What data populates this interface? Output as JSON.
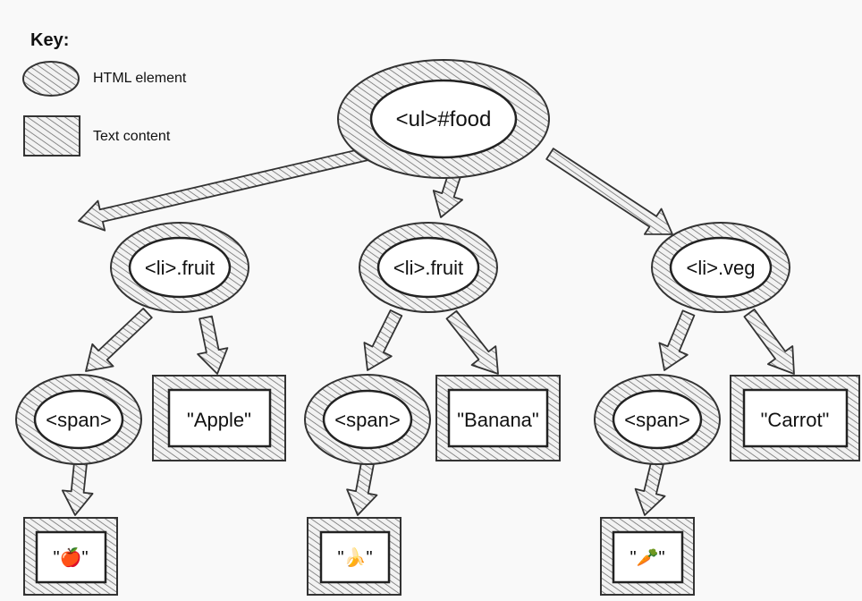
{
  "key": {
    "title": "Key:",
    "items": [
      {
        "shape": "ellipse",
        "label": "HTML element"
      },
      {
        "shape": "rect",
        "label": "Text content"
      }
    ]
  },
  "nodes": {
    "ul": {
      "label": "<ul>#food",
      "type": "element"
    },
    "li_fruit_1": {
      "label": "<li>.fruit",
      "type": "element"
    },
    "li_fruit_2": {
      "label": "<li>.fruit",
      "type": "element"
    },
    "li_veg": {
      "label": "<li>.veg",
      "type": "element"
    },
    "span_1": {
      "label": "<span>",
      "type": "element"
    },
    "span_2": {
      "label": "<span>",
      "type": "element"
    },
    "span_3": {
      "label": "<span>",
      "type": "element"
    },
    "text_apple": {
      "label": "\"Apple\"",
      "type": "text"
    },
    "text_banana": {
      "label": "\"Banana\"",
      "type": "text"
    },
    "text_carrot": {
      "label": "\"Carrot\"",
      "type": "text"
    },
    "emoji_apple": {
      "label": "\"🍎\"",
      "type": "text"
    },
    "emoji_banana": {
      "label": "\"🍌\"",
      "type": "text"
    },
    "emoji_carrot": {
      "label": "\"🥕\"",
      "type": "text"
    }
  },
  "colors": {
    "hatch": "#666666",
    "outline": "#222222",
    "fill": "#ffffff",
    "background": "#f9f9f9"
  }
}
